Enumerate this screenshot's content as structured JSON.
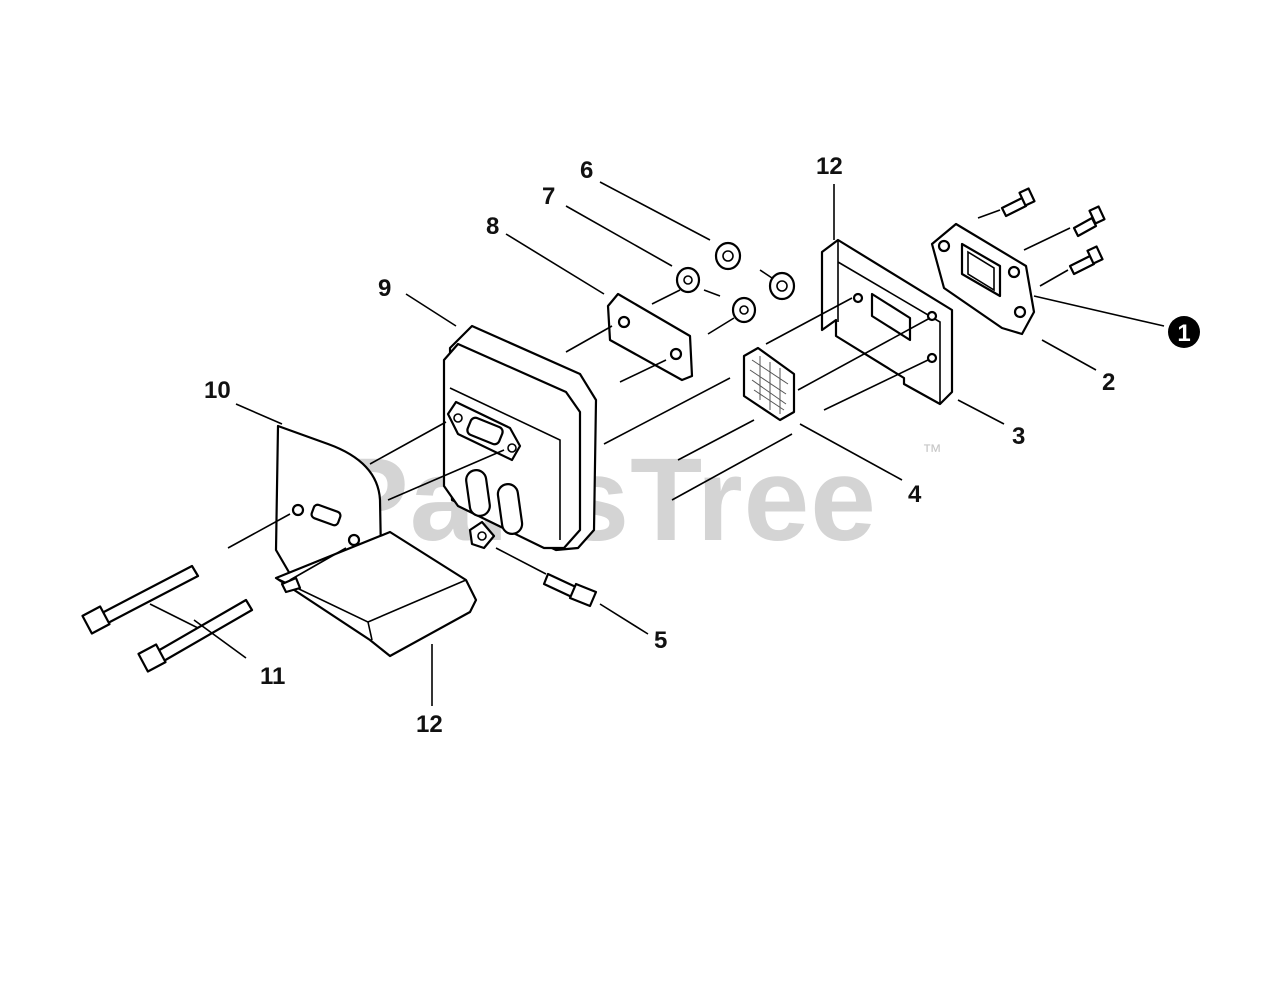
{
  "watermark": {
    "text": "PartsTree",
    "trademark": "™"
  },
  "marker": {
    "label": "1"
  },
  "callouts": {
    "c2": "2",
    "c3": "3",
    "c4": "4",
    "c5": "5",
    "c6": "6",
    "c7": "7",
    "c8": "8",
    "c9": "9",
    "c10": "10",
    "c11": "11",
    "c12_top": "12",
    "c12_bottom": "12"
  }
}
